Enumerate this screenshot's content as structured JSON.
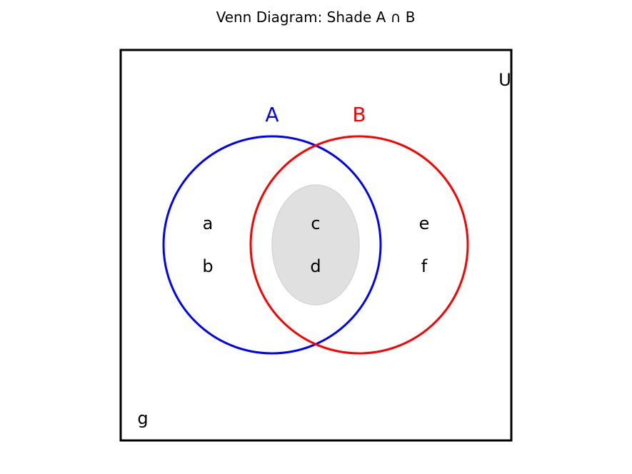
{
  "title": "Venn Diagram: Shade A ∩ B",
  "universe": {
    "label": "U",
    "outside_elements": [
      "g"
    ],
    "border_color": "#000000"
  },
  "sets": [
    {
      "name": "A",
      "color": "#0000ff"
    },
    {
      "name": "B",
      "color": "#ff0000"
    }
  ],
  "regions": {
    "only_a": [
      "a",
      "b"
    ],
    "a_and_b": [
      "c",
      "d"
    ],
    "only_b": [
      "e",
      "f"
    ]
  },
  "shaded_region": "A ∩ B",
  "shade_color": "#e0e0e0"
}
